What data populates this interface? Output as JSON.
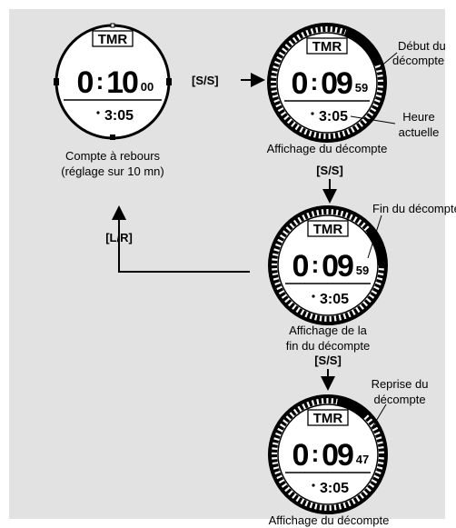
{
  "watches": [
    {
      "id": "setting",
      "mode": "TMR",
      "hour": "0",
      "minute": "10",
      "seconds": "00",
      "time": "3:05",
      "caption": [
        "Compte à rebours",
        "(réglage sur 10 mn)"
      ]
    },
    {
      "id": "countdown",
      "mode": "TMR",
      "hour": "0",
      "minute": "09",
      "seconds": "59",
      "time": "3:05",
      "caption": [
        "Affichage du décompte"
      ],
      "callouts": [
        [
          "Début du",
          "décompte"
        ],
        [
          "Heure",
          "actuelle"
        ]
      ]
    },
    {
      "id": "end",
      "mode": "TMR",
      "hour": "0",
      "minute": "09",
      "seconds": "59",
      "time": "3:05",
      "caption": [
        "Affichage de la",
        "fin du décompte"
      ],
      "callouts": [
        [
          "Fin du décompte"
        ]
      ]
    },
    {
      "id": "resume",
      "mode": "TMR",
      "hour": "0",
      "minute": "09",
      "seconds": "47",
      "time": "3:05",
      "caption": [
        "Affichage du décompte"
      ],
      "callouts": [
        [
          "Reprise du",
          "décompte"
        ]
      ]
    }
  ],
  "buttons": {
    "ss": "[S/S]",
    "lr": "[L/R]"
  }
}
